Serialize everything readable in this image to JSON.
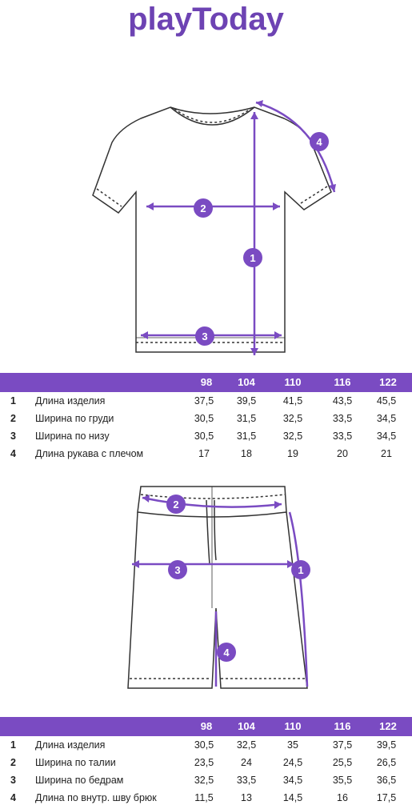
{
  "brand": {
    "logo": "playToday",
    "accent": "#7a4bc2"
  },
  "callouts": [
    "1",
    "2",
    "3",
    "4"
  ],
  "tshirt_table": {
    "sizes": [
      "98",
      "104",
      "110",
      "116",
      "122"
    ],
    "rows": [
      {
        "num": "1",
        "label": "Длина изделия",
        "values": [
          "37,5",
          "39,5",
          "41,5",
          "43,5",
          "45,5"
        ]
      },
      {
        "num": "2",
        "label": "Ширина по груди",
        "values": [
          "30,5",
          "31,5",
          "32,5",
          "33,5",
          "34,5"
        ]
      },
      {
        "num": "3",
        "label": "Ширина по низу",
        "values": [
          "30,5",
          "31,5",
          "32,5",
          "33,5",
          "34,5"
        ]
      },
      {
        "num": "4",
        "label": "Длина рукава с плечом",
        "values": [
          "17",
          "18",
          "19",
          "20",
          "21"
        ]
      }
    ]
  },
  "shorts_table": {
    "sizes": [
      "98",
      "104",
      "110",
      "116",
      "122"
    ],
    "rows": [
      {
        "num": "1",
        "label": "Длина изделия",
        "values": [
          "30,5",
          "32,5",
          "35",
          "37,5",
          "39,5"
        ]
      },
      {
        "num": "2",
        "label": "Ширина по талии",
        "values": [
          "23,5",
          "24",
          "24,5",
          "25,5",
          "26,5"
        ]
      },
      {
        "num": "3",
        "label": "Ширина по бедрам",
        "values": [
          "32,5",
          "33,5",
          "34,5",
          "35,5",
          "36,5"
        ]
      },
      {
        "num": "4",
        "label": "Длина по внутр. шву брюк",
        "values": [
          "11,5",
          "13",
          "14,5",
          "16",
          "17,5"
        ]
      }
    ]
  }
}
